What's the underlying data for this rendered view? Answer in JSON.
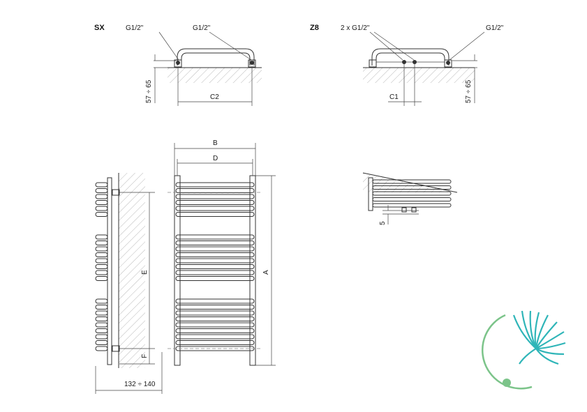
{
  "diagram": {
    "sx": {
      "title": "SX",
      "port_left": "G1/2\"",
      "port_right": "G1/2\"",
      "dim_height": "57 ÷ 65",
      "dim_width": "C2"
    },
    "z8": {
      "title": "Z8",
      "port_left": "2 x G1/2\"",
      "port_right": "G1/2\"",
      "dim_width": "C1",
      "dim_height": "57 ÷ 65"
    },
    "front": {
      "dim_b": "B",
      "dim_d": "D",
      "dim_a": "A"
    },
    "side": {
      "dim_e": "E",
      "dim_f": "F",
      "dim_depth": "132 ÷ 140"
    },
    "detail": {
      "dim_gap": "5"
    },
    "logo": {
      "primary_color": "#2fb5b8",
      "secondary_color": "#7cc48a"
    }
  }
}
